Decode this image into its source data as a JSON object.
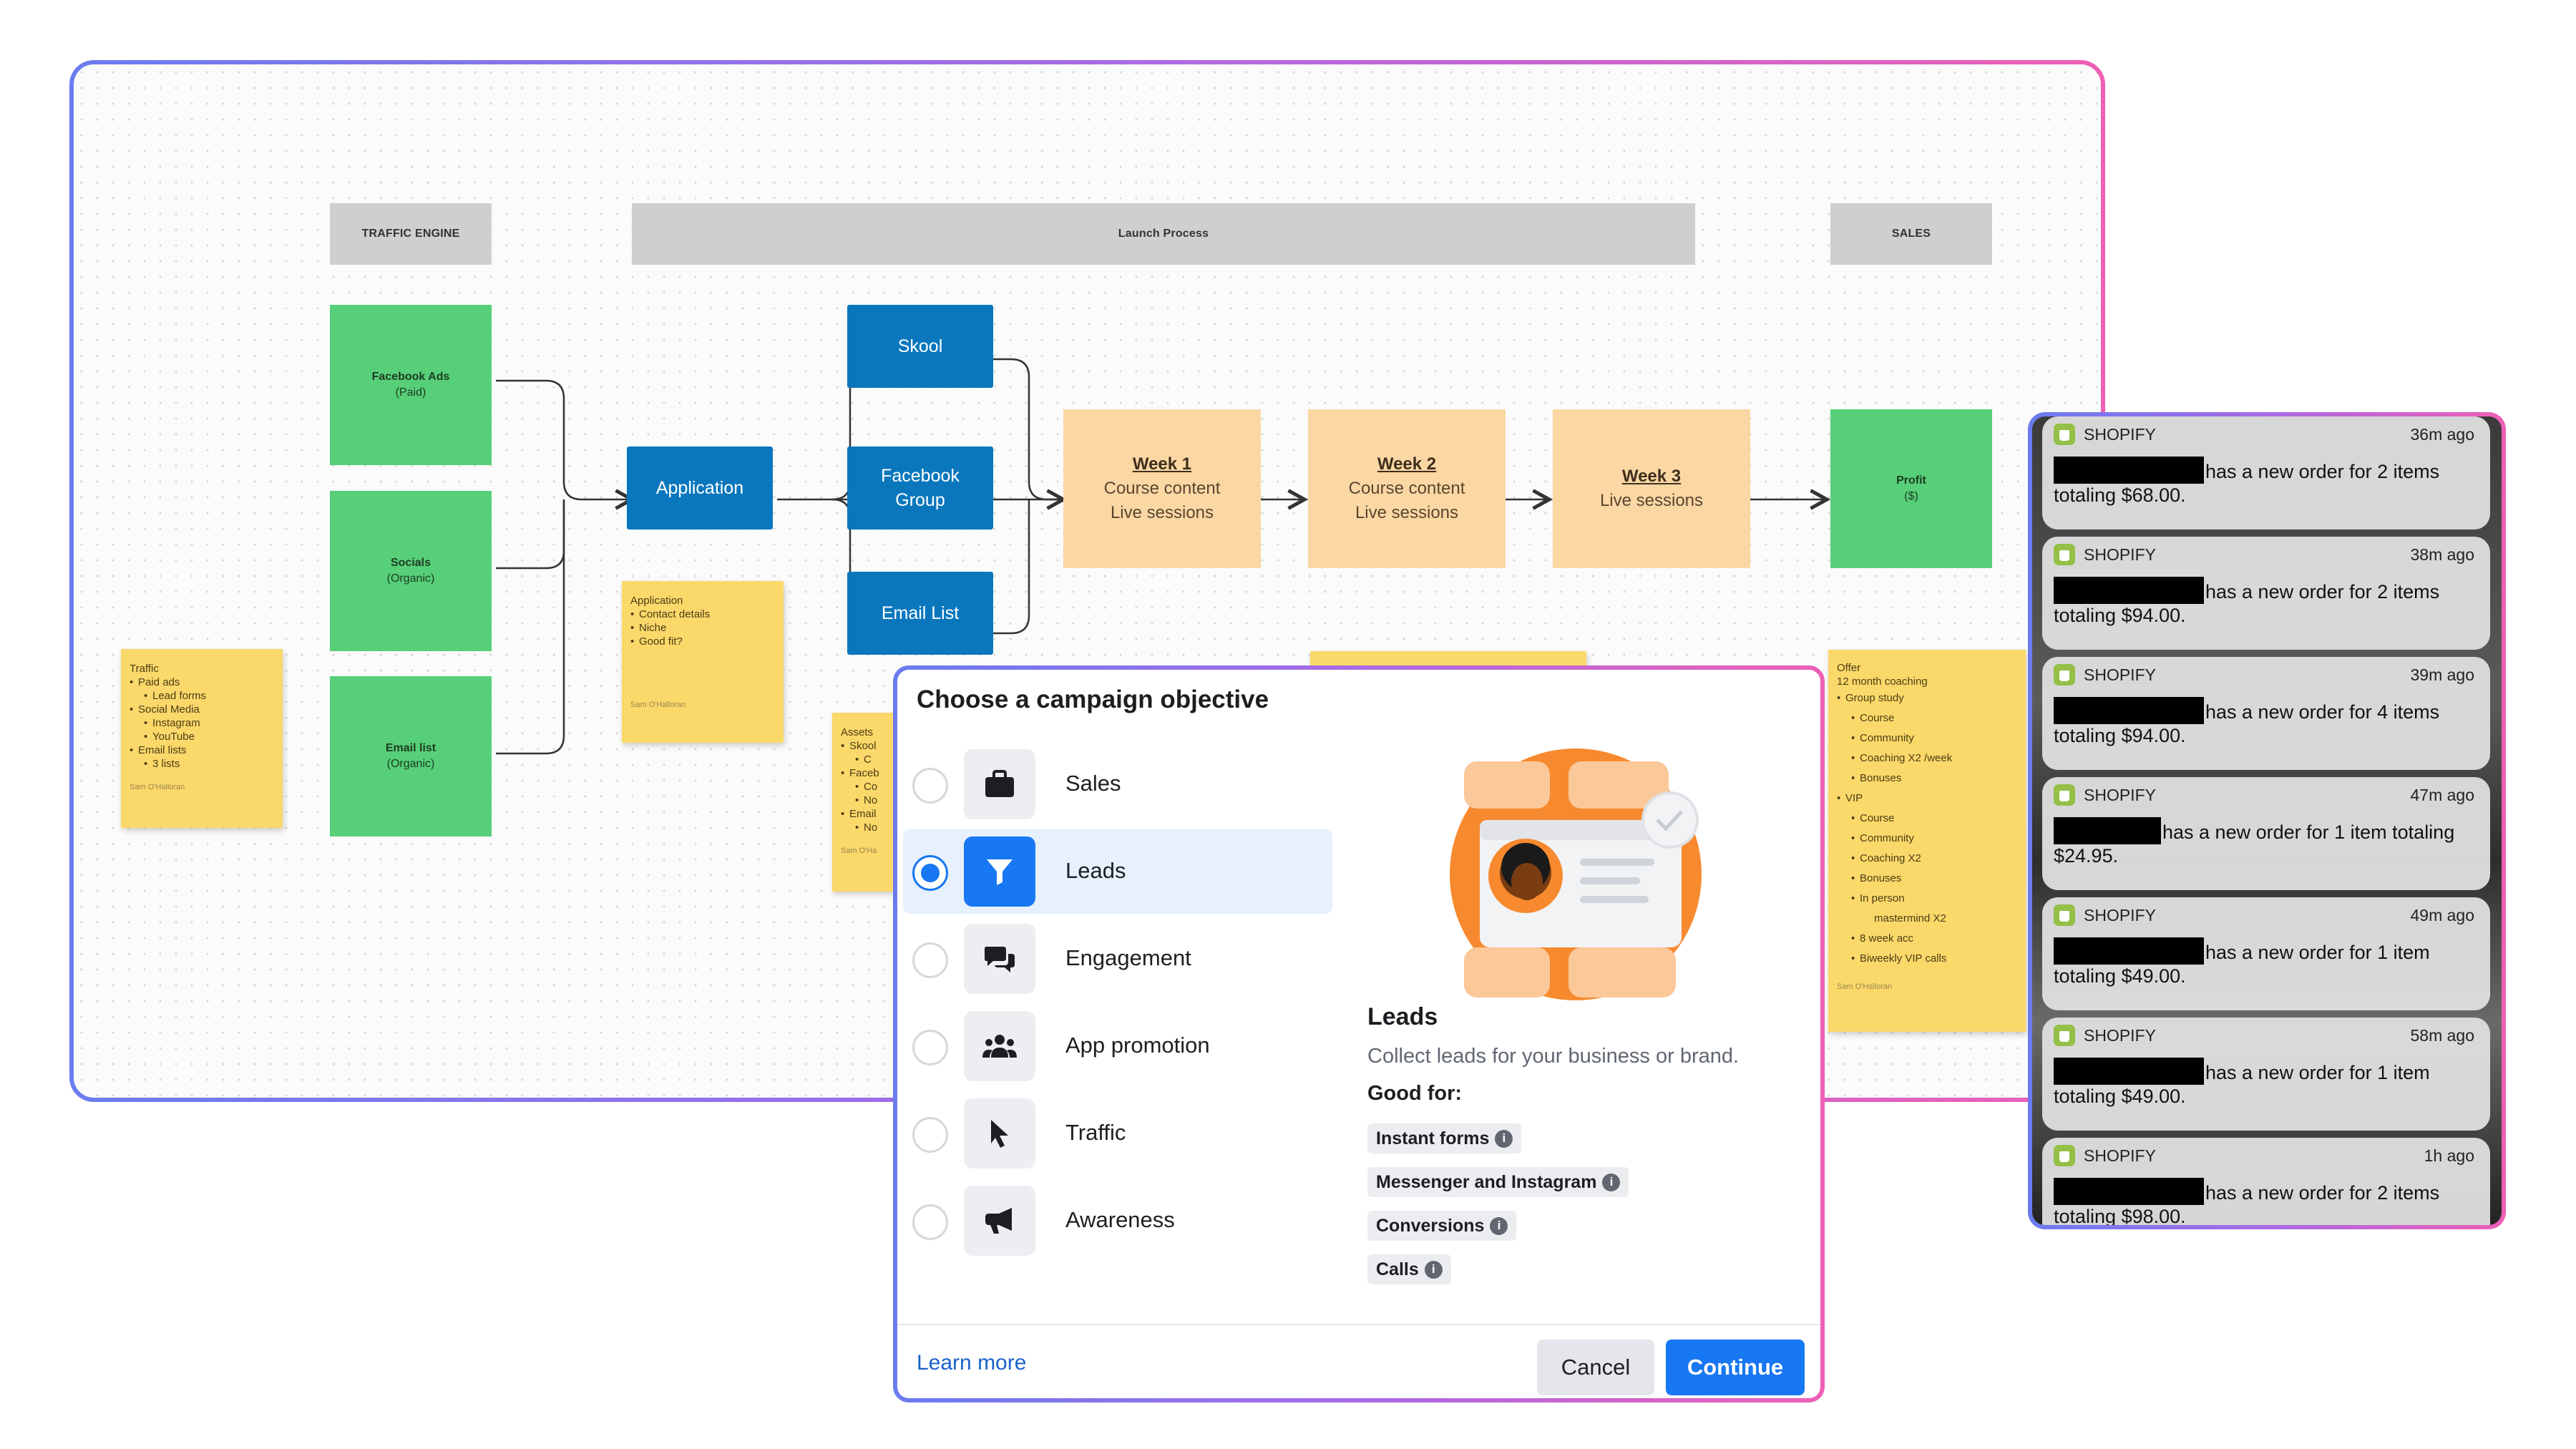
{
  "board": {
    "headers": {
      "traffic": "TRAFFIC ENGINE",
      "launch": "Launch Process",
      "sales": "SALES"
    },
    "sources": [
      {
        "title": "Facebook Ads",
        "sub": "(Paid)"
      },
      {
        "title": "Socials",
        "sub": "(Organic)"
      },
      {
        "title": "Email list",
        "sub": "(Organic)"
      }
    ],
    "application": "Application",
    "channels": {
      "skool": "Skool",
      "fb_group_1": "Facebook",
      "fb_group_2": "Group",
      "email": "Email List"
    },
    "weeks": [
      {
        "title": "Week 1",
        "line1": "Course content",
        "line2": "Live sessions"
      },
      {
        "title": "Week 2",
        "line1": "Course content",
        "line2": "Live sessions"
      },
      {
        "title": "Week 3",
        "line1": "Live sessions",
        "line2": ""
      }
    ],
    "profit": {
      "title": "Profit",
      "sub": "($)"
    },
    "traffic_note": {
      "title": "Traffic",
      "items": [
        {
          "lvl": 1,
          "text": "Paid ads"
        },
        {
          "lvl": 2,
          "text": "Lead forms"
        },
        {
          "lvl": 1,
          "text": "Social Media"
        },
        {
          "lvl": 2,
          "text": "Instagram"
        },
        {
          "lvl": 2,
          "text": "YouTube"
        },
        {
          "lvl": 1,
          "text": "Email lists"
        },
        {
          "lvl": 2,
          "text": "3 lists"
        }
      ],
      "sig": "Sam O'Halloran"
    },
    "application_note": {
      "title": "Application",
      "items": [
        {
          "lvl": 1,
          "text": "Contact details"
        },
        {
          "lvl": 1,
          "text": "Niche"
        },
        {
          "lvl": 1,
          "text": "Good fit?"
        }
      ],
      "sig": "Sam O'Halloran"
    },
    "assets_note": {
      "title": "Assets",
      "items": [
        {
          "lvl": 1,
          "text": "Skool"
        },
        {
          "lvl": 2,
          "text": "C"
        },
        {
          "lvl": 1,
          "text": "Faceb"
        },
        {
          "lvl": 2,
          "text": "Co"
        },
        {
          "lvl": 2,
          "text": "No"
        },
        {
          "lvl": 1,
          "text": "Email"
        },
        {
          "lvl": 2,
          "text": "No"
        }
      ],
      "sig": "Sam O'Ha"
    },
    "offer_note": {
      "title": "Offer",
      "subtitle": "12 month coaching",
      "items": [
        {
          "lvl": 1,
          "text": "Group study"
        },
        {
          "lvl": 2,
          "text": "Course"
        },
        {
          "lvl": 2,
          "text": "Community"
        },
        {
          "lvl": 2,
          "text": "Coaching X2 /week"
        },
        {
          "lvl": 2,
          "text": "Bonuses"
        },
        {
          "lvl": 1,
          "text": "VIP"
        },
        {
          "lvl": 2,
          "text": "Course"
        },
        {
          "lvl": 2,
          "text": "Community"
        },
        {
          "lvl": 2,
          "text": "Coaching X2"
        },
        {
          "lvl": 2,
          "text": "Bonuses"
        },
        {
          "lvl": 2,
          "text": "In person"
        },
        {
          "lvl": 3,
          "text": "mastermind X2"
        },
        {
          "lvl": 2,
          "text": "8 week acc"
        },
        {
          "lvl": 2,
          "text": "Biweekly VIP calls"
        }
      ],
      "sig": "Sam O'Halloran"
    }
  },
  "modal": {
    "title": "Choose a campaign objective",
    "options": [
      {
        "label": "Sales",
        "icon": "briefcase-icon",
        "selected": false
      },
      {
        "label": "Leads",
        "icon": "funnel-icon",
        "selected": true
      },
      {
        "label": "Engagement",
        "icon": "chat-bubbles-icon",
        "selected": false
      },
      {
        "label": "App promotion",
        "icon": "people-icon",
        "selected": false
      },
      {
        "label": "Traffic",
        "icon": "cursor-icon",
        "selected": false
      },
      {
        "label": "Awareness",
        "icon": "megaphone-icon",
        "selected": false
      }
    ],
    "detail": {
      "title": "Leads",
      "description": "Collect leads for your business or brand.",
      "good_for_label": "Good for:",
      "tags": [
        "Instant forms",
        "Messenger and Instagram",
        "Conversions",
        "Calls"
      ]
    },
    "learn_more": "Learn more",
    "cancel": "Cancel",
    "continue": "Continue",
    "accent": "#1877f2"
  },
  "notifications": [
    {
      "app": "SHOPIFY",
      "time": "36m ago",
      "message": "has a new order for 2 items totaling $68.00."
    },
    {
      "app": "SHOPIFY",
      "time": "38m ago",
      "message": "has a new order for 2 items totaling $94.00."
    },
    {
      "app": "SHOPIFY",
      "time": "39m ago",
      "message": "has a new order for 4 items totaling $94.00."
    },
    {
      "app": "SHOPIFY",
      "time": "47m ago",
      "message": "has a new order for 1 item totaling $24.95."
    },
    {
      "app": "SHOPIFY",
      "time": "49m ago",
      "message": "has a new order for 1 item totaling $49.00."
    },
    {
      "app": "SHOPIFY",
      "time": "58m ago",
      "message": "has a new order for 1 item totaling $49.00."
    },
    {
      "app": "SHOPIFY",
      "time": "1h ago",
      "message": "has a new order for 2 items totaling $98.00."
    }
  ]
}
